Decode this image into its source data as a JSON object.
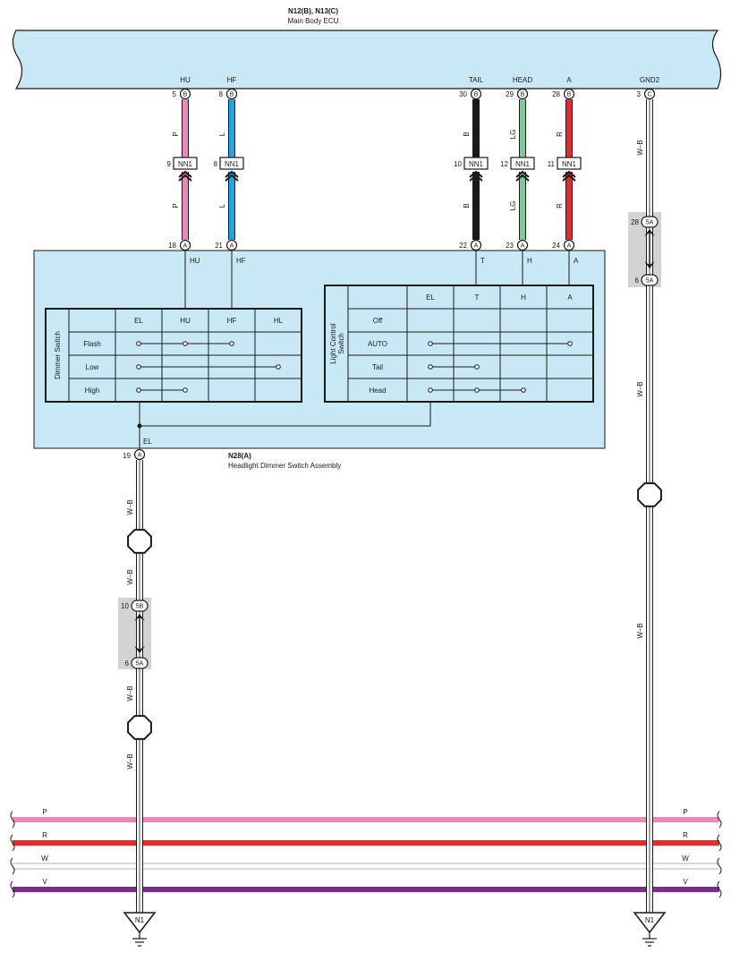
{
  "ecu": {
    "title": "N12(B), N13(C)",
    "subtitle": "Main Body ECU"
  },
  "ecu_pins": [
    {
      "label": "HU",
      "pin": "5",
      "conn": "B"
    },
    {
      "label": "HF",
      "pin": "8",
      "conn": "B"
    },
    {
      "label": "TAIL",
      "pin": "30",
      "conn": "B"
    },
    {
      "label": "HEAD",
      "pin": "29",
      "conn": "B"
    },
    {
      "label": "A",
      "pin": "28",
      "conn": "B"
    },
    {
      "label": "GND2",
      "pin": "3",
      "conn": "C"
    }
  ],
  "wires": [
    {
      "code": "P",
      "color": "#ef86b8"
    },
    {
      "code": "L",
      "color": "#1ea7e6"
    },
    {
      "code": "B",
      "color": "#1a1a1a"
    },
    {
      "code": "LG",
      "color": "#7ec894"
    },
    {
      "code": "R",
      "color": "#ea2a2a"
    }
  ],
  "junctions": [
    {
      "pin": "9",
      "label": "NN1"
    },
    {
      "pin": "8",
      "label": "NN1"
    },
    {
      "pin": "10",
      "label": "NN1"
    },
    {
      "pin": "12",
      "label": "NN1"
    },
    {
      "pin": "11",
      "label": "NN1"
    }
  ],
  "switch_pins": [
    {
      "pin": "18",
      "conn": "A",
      "label": "HU"
    },
    {
      "pin": "21",
      "conn": "A",
      "label": "HF"
    },
    {
      "pin": "22",
      "conn": "A",
      "label": "T"
    },
    {
      "pin": "23",
      "conn": "A",
      "label": "H"
    },
    {
      "pin": "24",
      "conn": "A",
      "label": "A"
    },
    {
      "pin": "19",
      "conn": "A",
      "label": "EL"
    }
  ],
  "assembly": {
    "title": "N28(A)",
    "subtitle": "Headlight Dimmer Switch Assembly"
  },
  "dimmer_table": {
    "name": "Dimmer Switch",
    "columns": [
      "EL",
      "HU",
      "HF",
      "HL"
    ],
    "rows": [
      "Flash",
      "Low",
      "High"
    ]
  },
  "light_table": {
    "name": "Light Control Switch",
    "columns": [
      "EL",
      "T",
      "H",
      "A"
    ],
    "rows": [
      "Off",
      "AUTO",
      "Tail",
      "Head"
    ]
  },
  "ground_wire": "W–B",
  "joints": [
    {
      "pin": "10",
      "conn": "5B"
    },
    {
      "pin": "6",
      "conn": "5A"
    },
    {
      "pin": "28",
      "conn": "5A"
    },
    {
      "pin": "6",
      "conn": "5A"
    }
  ],
  "buses": [
    {
      "code": "P",
      "color": "#ef86b8"
    },
    {
      "code": "R",
      "color": "#ea2a2a"
    },
    {
      "code": "W",
      "color": "#ffffff"
    },
    {
      "code": "V",
      "color": "#7b2d8e"
    }
  ],
  "grounds": [
    "N1",
    "N1"
  ]
}
